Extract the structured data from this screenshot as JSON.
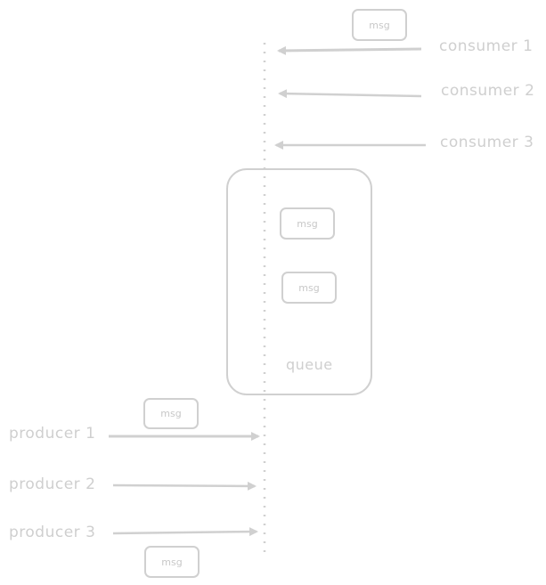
{
  "colors": {
    "stroke": "#d0d0d0",
    "text": "#cfcfcf"
  },
  "consumers": [
    "consumer 1",
    "consumer 2",
    "consumer 3"
  ],
  "producers": [
    "producer 1",
    "producer 2",
    "producer 3"
  ],
  "queue": {
    "label": "queue",
    "messages": [
      "msg",
      "msg"
    ]
  },
  "msg_top": "msg",
  "msg_producer_1": "msg",
  "msg_producer_3": "msg"
}
